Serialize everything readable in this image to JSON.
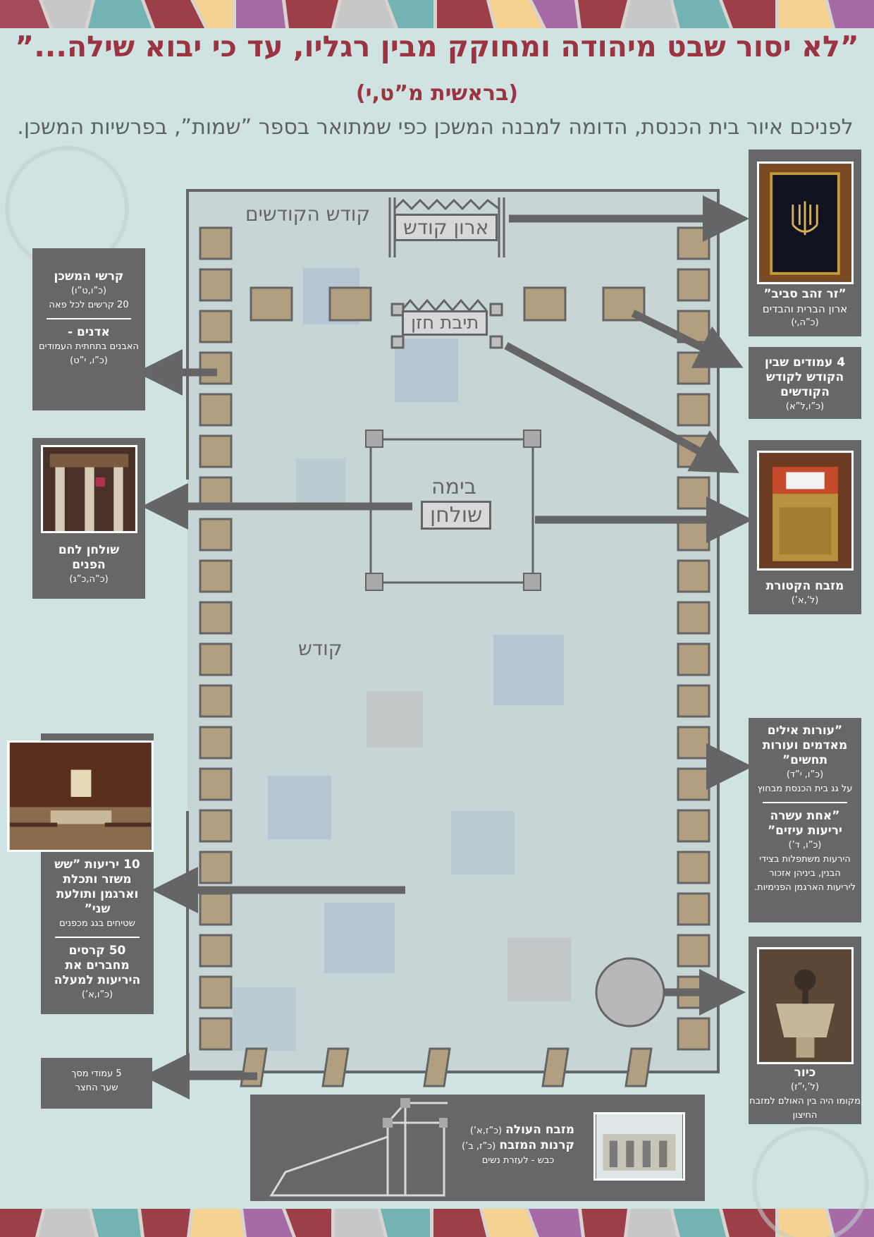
{
  "header": {
    "title": "”לא יסור שבט מיהודה ומחוקק מבין רגליו, עד כי יבוא שילה...”",
    "source": "(בראשית מ”ט,י)",
    "intro": "לפניכם איור בית הכנסת, הדומה למבנה המשכן כפי שמתואר בספר ”שמות”, בפרשיות המשכן."
  },
  "plan": {
    "holy_of_holies": "קודש הקודשים",
    "ark": "ארון קודש",
    "cantor_desk": "תיבת חזן",
    "bimah": "בימה",
    "table": "שולחן",
    "holy": "קודש"
  },
  "boxes": {
    "ark_crown": {
      "title": "”זר זהב סביב”",
      "text": "ארון הברית והבדים",
      "ref": "(כ”ה,י)"
    },
    "pillars": {
      "title": "4 עמודים שבין הקודש לקודש הקודשים",
      "ref": "(כ”ו,ל”א)"
    },
    "incense": {
      "title": "מזבח הקטורת",
      "ref": "(ל’,א’)"
    },
    "coverings": {
      "title": "”עורות אילים מאדמים ועורות תחשים”",
      "ref": "(כ”ו, י”ד)",
      "text": "על גג בית הכנסת מבחוץ"
    },
    "eleven_curtains": {
      "title": "”אחת עשרה יריעות עיזים”",
      "ref": "(כ”ו, ד’)",
      "text": "הירעות משתפלות בצידי הבנין, ביניהן אזכור ליריעות הארגמן הפנימיות."
    },
    "laver": {
      "title": "כיור",
      "ref": "(ל’,י”ז)",
      "text": "מקומו היה בין האולם למזבח החיצון"
    },
    "boards": {
      "title": "קרשי המשכן",
      "ref": "(כ”ו,ט”ו)",
      "text": "20 קרשים לכל פאה"
    },
    "sockets": {
      "title": "אדנים -",
      "text": "האבנים בתחתית העמודים",
      "ref": "(כ”ו, י”ט)"
    },
    "showbread": {
      "title": "שולחן לחם הפנים",
      "ref": "(כ”ה,כ”ג)"
    },
    "ten_curtains": {
      "title": "10 יריעות ”שש משזר ותכלת וארגמן ותולעת שני”",
      "text": "שטיחים בגג מכפנים"
    },
    "fifty_clasps": {
      "title": "50 קרסים מחברים את היריעות למעלה",
      "ref": "(כ”ו,א’)"
    },
    "gate": {
      "text1": "5 עמודי מסך",
      "text2": "שער החצר"
    },
    "altar": {
      "title": "מזבח העולה",
      "ref1": "(כ”ז,א’)",
      "title2": "קרנות המזבח",
      "ref2": "(כ”ז, ב’)",
      "text": "כבש - לעזרת נשים"
    }
  },
  "colors": {
    "title": "#9b3340",
    "box": "#666766",
    "wall": "#656565",
    "pillar": "#b29f80",
    "background": "#cfe3e3"
  }
}
